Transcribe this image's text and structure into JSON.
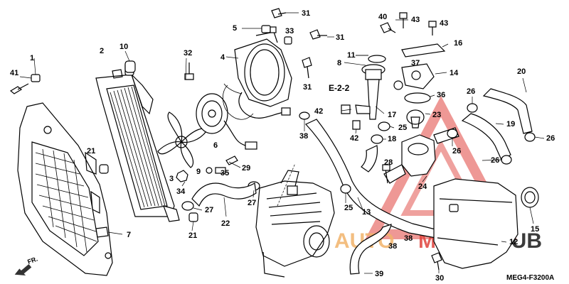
{
  "diagram": {
    "section_reference": "E-2-2",
    "diagram_code": "MEG4-F3200A",
    "direction_marker": "FR.",
    "watermark": {
      "part1": "AUTO",
      "part2": "MOTO",
      "part3": "HUB",
      "color_auto": "#f2b36b",
      "color_moto": "#e0443e",
      "color_hub": "#1a1a1a",
      "triangle_color": "#e0443e"
    },
    "callouts": {
      "c1": "1",
      "c2": "2",
      "c3": "3",
      "c4": "4",
      "c5": "5",
      "c6": "6",
      "c7": "7",
      "c8": "8",
      "c9": "9",
      "c10": "10",
      "c11": "11",
      "c12": "12",
      "c13": "13",
      "c14": "14",
      "c15": "15",
      "c16": "16",
      "c17": "17",
      "c18": "18",
      "c19": "19",
      "c20": "20",
      "c21a": "21",
      "c21b": "21",
      "c22": "22",
      "c23": "23",
      "c24": "24",
      "c25a": "25",
      "c25b": "25",
      "c26a": "26",
      "c26b": "26",
      "c26c": "26",
      "c26d": "26",
      "c27a": "27",
      "c27b": "27",
      "c28": "28",
      "c29": "29",
      "c30": "30",
      "c31a": "31",
      "c31b": "31",
      "c31c": "31",
      "c32": "32",
      "c33": "33",
      "c34": "34",
      "c35": "35",
      "c36": "36",
      "c37": "37",
      "c38a": "38",
      "c38b": "38",
      "c38c": "38",
      "c39": "39",
      "c40": "40",
      "c41": "41",
      "c42a": "42",
      "c42b": "42",
      "c43a": "43",
      "c43b": "43"
    }
  }
}
